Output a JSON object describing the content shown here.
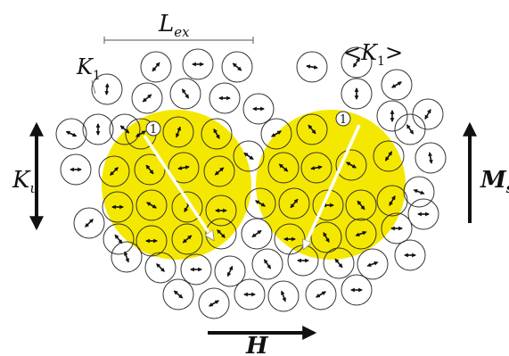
{
  "labels": {
    "exchange_length": "L",
    "exchange_length_sub": "ex",
    "local_anisotropy": "K",
    "local_anisotropy_sub": "1",
    "averaged_anisotropy_open": "<K",
    "averaged_anisotropy_sub": "1",
    "averaged_anisotropy_close": ">",
    "uniaxial_anisotropy": "K",
    "uniaxial_anisotropy_sub": "u",
    "saturation_magnetization": "M",
    "saturation_magnetization_sub": "s",
    "applied_field": "H",
    "grain_marker_left": "1",
    "grain_marker_right": "1"
  },
  "colors": {
    "exchange_region_fill": "#f5e800",
    "grain_outline": "#333333",
    "axis_arrow": "#111111",
    "net_anisotropy_arrow": "#ffffff"
  },
  "icons": {
    "grain": "circle-with-double-headed-arrow",
    "field_arrow": "right-arrow",
    "magnetization_arrow": "up-arrow",
    "anisotropy_arrow": "double-headed-vertical-arrow"
  }
}
